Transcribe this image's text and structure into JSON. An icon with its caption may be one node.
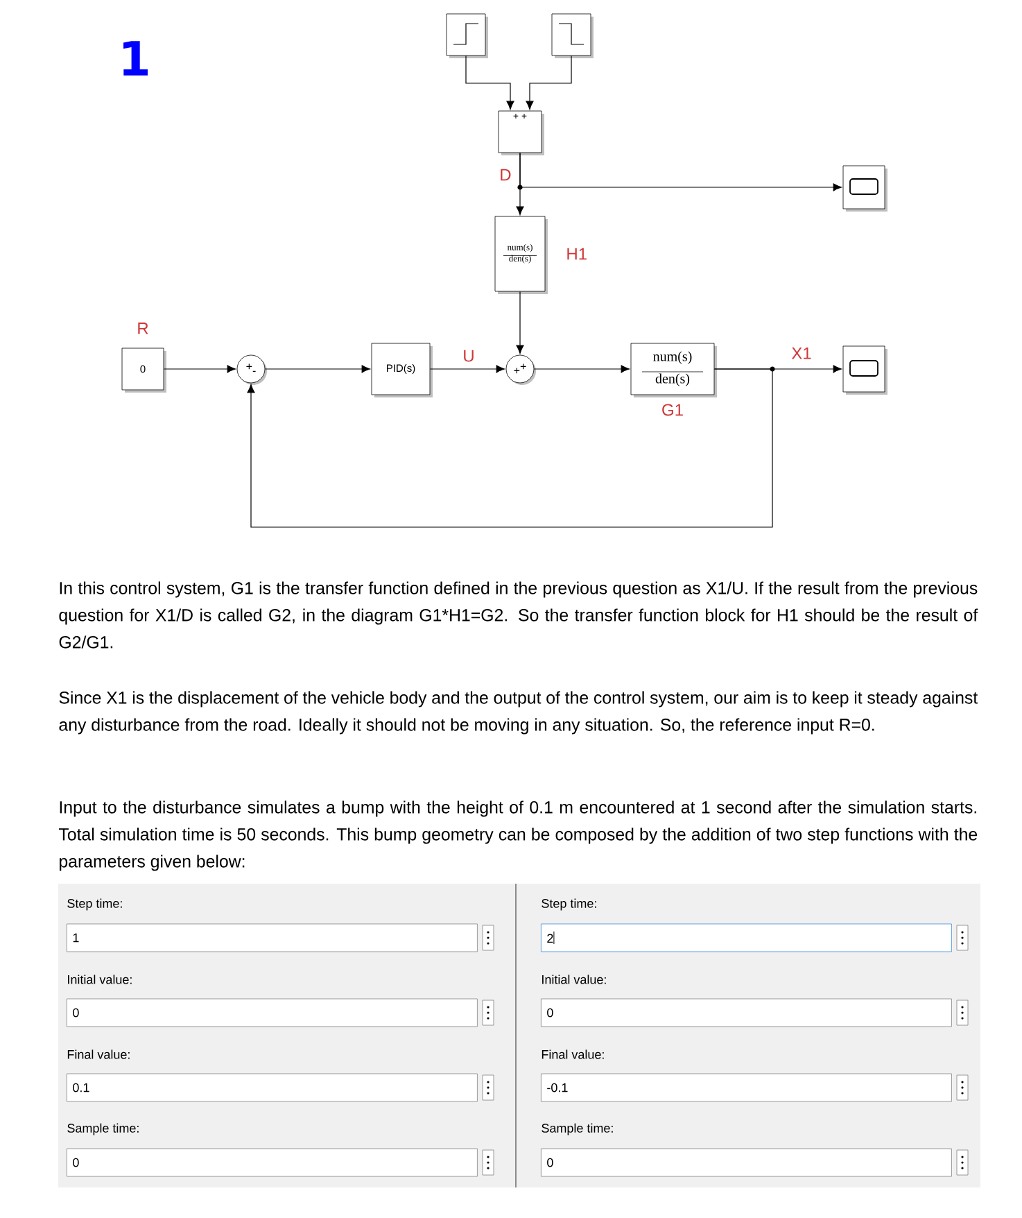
{
  "diagram": {
    "title": "1",
    "nodes": [
      {
        "text": [],
        "shape": "box"
      },
      {
        "text": [],
        "shape": "box"
      },
      {
        "text": [
          "+ +"
        ]
      },
      {
        "text": [
          "num(s)",
          "den(s)"
        ],
        "beside": [
          "H1"
        ]
      },
      {
        "text": [],
        "shape": "box"
      },
      {
        "text": [
          "0"
        ],
        "beside": [
          "R"
        ]
      },
      {
        "text": [
          "+",
          "-"
        ]
      },
      {
        "text": [
          "PID(s)"
        ]
      },
      {
        "text": [
          "+",
          "+"
        ]
      },
      {
        "text": [
          "num(s)",
          "den(s)"
        ],
        "beside": [
          "G1"
        ]
      },
      {
        "text": [],
        "shape": "box"
      }
    ],
    "edges": [
      {
        "from": 0,
        "to": 2,
        "arrow": "to"
      },
      {
        "from": 1,
        "to": 2,
        "arrow": "to"
      },
      {
        "from": 2,
        "to": 3,
        "arrow": "to",
        "label": "D"
      },
      {
        "from": 2,
        "to": 4,
        "arrow": "to"
      },
      {
        "from": 5,
        "to": 6,
        "arrow": "to"
      },
      {
        "from": 6,
        "to": 7,
        "arrow": "to"
      },
      {
        "from": 7,
        "to": 8,
        "arrow": "to",
        "label": "U"
      },
      {
        "from": 3,
        "to": 8,
        "arrow": "to"
      },
      {
        "from": 8,
        "to": 9,
        "arrow": "to"
      },
      {
        "from": 9,
        "to": 10,
        "arrow": "to",
        "label": "X1"
      },
      {
        "from": 9,
        "to": 6,
        "arrow": "to"
      }
    ],
    "labels": [
      "In this control system, G1 is the transfer function defined in the previous question as X1/U. If the result from the previous question for X1/D is called G2, in the diagram G1*H1=G2. So the transfer function block for H1 should be the result of G2/G1.",
      "Since X1 is the displacement of the vehicle body and the output of the control system, our aim is to keep it steady against any disturbance from the road. Ideally it should not be moving in any situation. So, the reference input R=0.",
      "Input to the disturbance simulates a bump with the height of 0.1 m encountered at 1 second after the simulation starts. Total simulation time is 50 seconds. This bump geometry can be composed by the addition of two step functions with the parameters given below:",
      "Step time:",
      "Step time:",
      "1",
      "2",
      "Initial value:",
      "Initial value:",
      "0",
      "0",
      "Final value:",
      "Final value:",
      "0.1",
      "-0.1",
      "Sample time:",
      "Sample time:",
      "0",
      "0"
    ]
  }
}
